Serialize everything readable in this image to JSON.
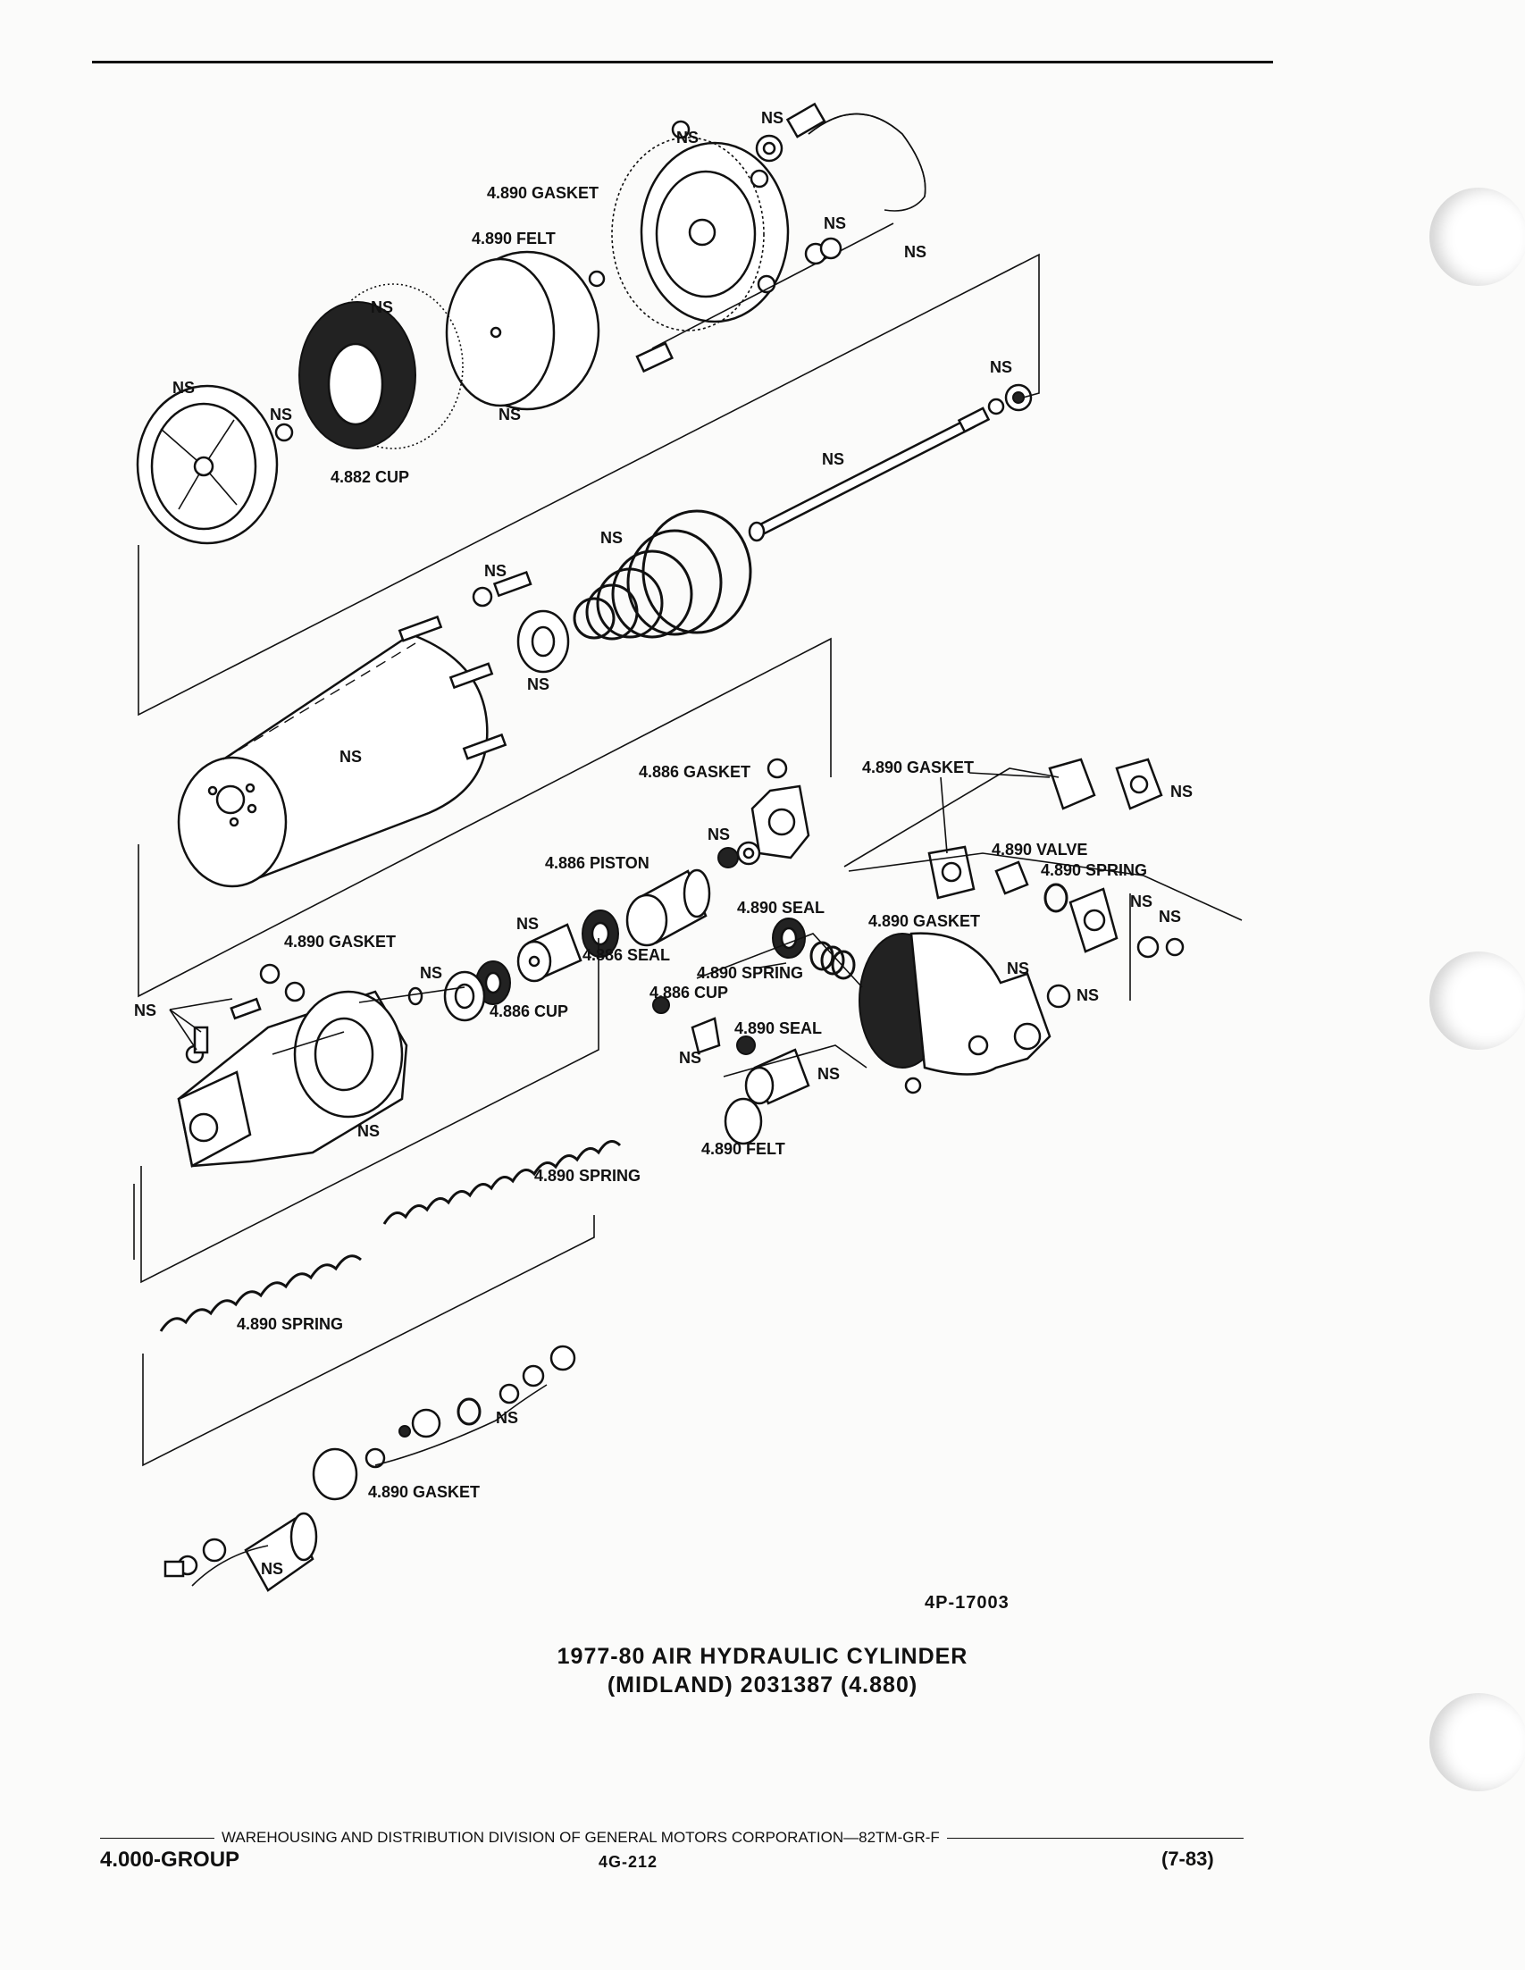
{
  "labels": {
    "gasket_top": "4.890 GASKET",
    "felt_top": "4.890 FELT",
    "cup_4882": "4.882 CUP",
    "gasket_4886": "4.886 GASKET",
    "piston_4886": "4.886 PISTON",
    "seal_4886": "4.886 SEAL",
    "cup_4886_a": "4.886 CUP",
    "cup_4886_b": "4.886 CUP",
    "gasket_left": "4.890 GASKET",
    "seal_mid": "4.890 SEAL",
    "spring_mid": "4.890 SPRING",
    "seal_low": "4.890 SEAL",
    "felt_low": "4.890 FELT",
    "gasket_right_top": "4.890 GASKET",
    "valve_right": "4.890 VALVE",
    "spring_right": "4.890 SPRING",
    "gasket_right_mid": "4.890 GASKET",
    "spring_long_a": "4.890 SPRING",
    "spring_long_b": "4.890 SPRING",
    "gasket_bottom": "4.890 GASKET",
    "ns": "NS"
  },
  "figure_id": "4P-17003",
  "title_line1": "1977-80 AIR HYDRAULIC CYLINDER",
  "title_line2": "(MIDLAND) 2031387 (4.880)",
  "footer": {
    "division": "WAREHOUSING AND DISTRIBUTION  DIVISION OF GENERAL MOTORS CORPORATION—82TM-GR-F",
    "group": "4.000-GROUP",
    "page": "4G-212",
    "date_code": "(7-83)"
  }
}
